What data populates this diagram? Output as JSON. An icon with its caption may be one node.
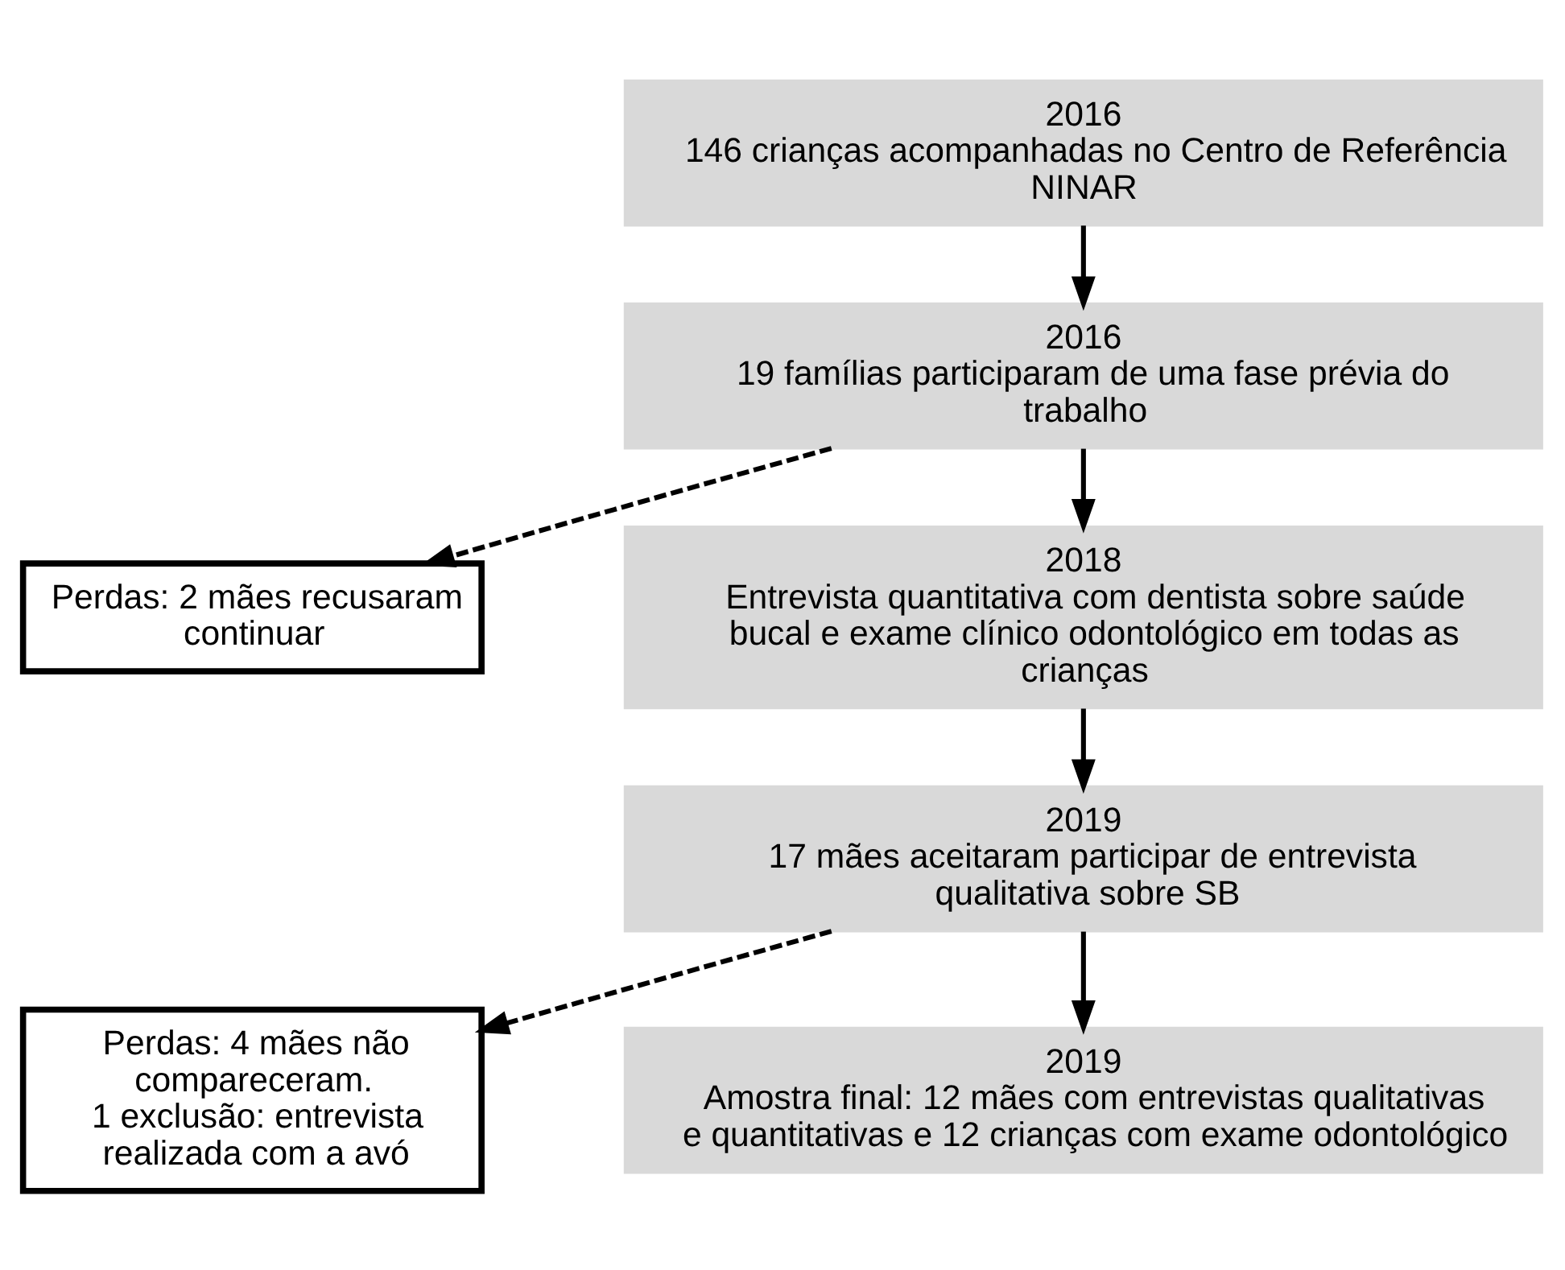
{
  "diagram": {
    "nodes": [
      {
        "text": [
          "2016",
          "146 crianças acompanhadas no Centro de Referência NINAR"
        ]
      },
      {
        "text": [
          "2016",
          "19 famílias participaram de uma fase prévia do trabalho"
        ]
      },
      {
        "text": [
          "Perdas: 2 mães recusaram continuar"
        ]
      },
      {
        "text": [
          "2018",
          "Entrevista quantitativa com dentista sobre saúde bucal e exame clínico odontológico em todas as crianças"
        ]
      },
      {
        "text": [
          "2019",
          "17 mães aceitaram participar de entrevista qualitativa sobre SB"
        ]
      },
      {
        "text": [
          "Perdas: 4 mães não compareceram.",
          "1 exclusão: entrevista realizada com a avó"
        ]
      },
      {
        "text": [
          "2019",
          "Amostra final: 12 mães com entrevistas qualitativas e quantitativas e 12 crianças com exame odontológico"
        ]
      }
    ],
    "edges": [
      {
        "from": 0,
        "to": 1,
        "arrow": "to"
      },
      {
        "from": 1,
        "to": 3,
        "arrow": "to"
      },
      {
        "from": 1,
        "to": 2,
        "arrow": "to",
        "style": "dashed"
      },
      {
        "from": 3,
        "to": 4,
        "arrow": "to"
      },
      {
        "from": 4,
        "to": 6,
        "arrow": "to"
      },
      {
        "from": 4,
        "to": 5,
        "arrow": "to",
        "style": "dashed"
      }
    ]
  }
}
